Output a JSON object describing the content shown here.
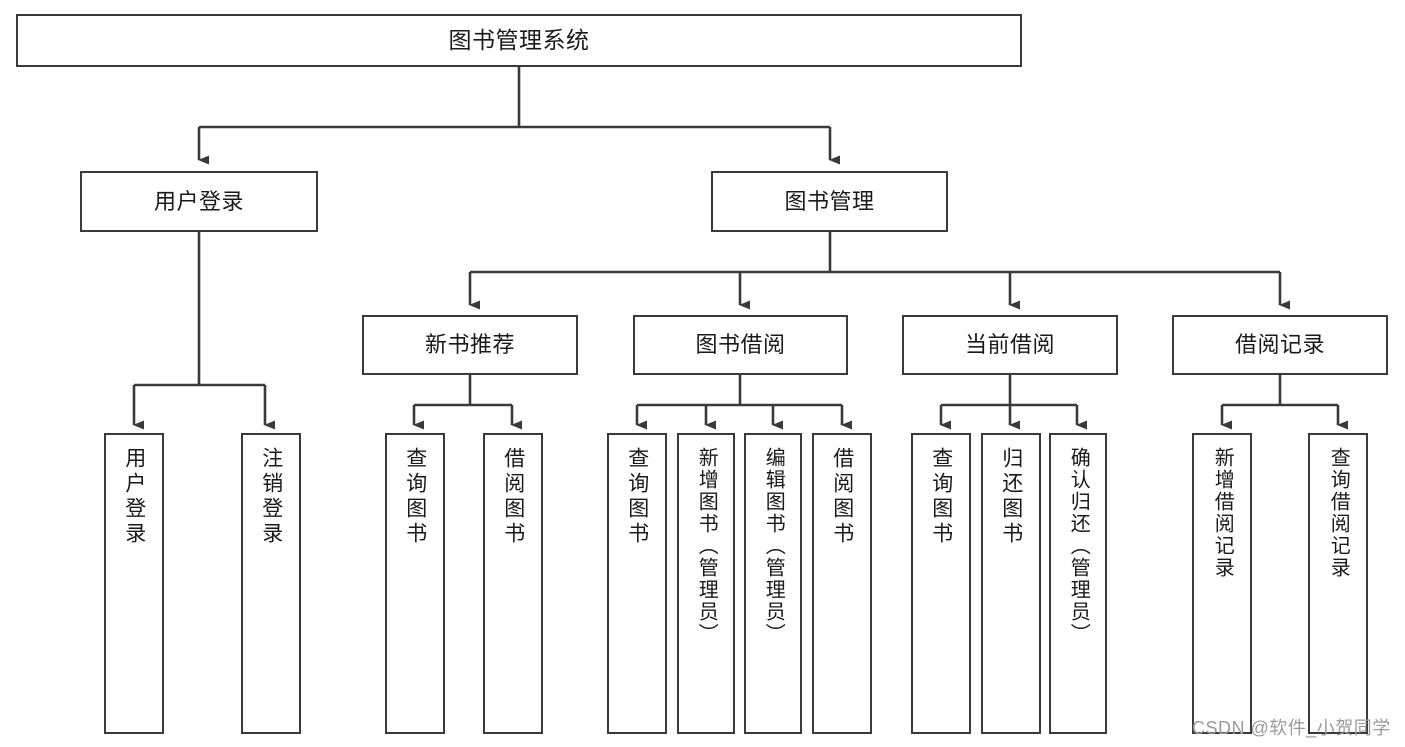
{
  "diagram": {
    "type": "tree-hierarchy",
    "title": "图书管理系统",
    "watermark": "CSDN @软件_小贺同学",
    "colors": {
      "box_border": "#3a3a3a",
      "box_fill": "#ffffff",
      "connector": "#3a3a3a",
      "text": "#1a1a1a",
      "watermark": "#9a9a9a",
      "background": "#ffffff"
    },
    "root": {
      "label": "图书管理系统"
    },
    "level2": [
      {
        "label": "用户登录"
      },
      {
        "label": "图书管理"
      }
    ],
    "level3": [
      {
        "label": "新书推荐"
      },
      {
        "label": "图书借阅"
      },
      {
        "label": "当前借阅"
      },
      {
        "label": "借阅记录"
      }
    ],
    "leaves": {
      "user_login": [
        {
          "label": "用户登录"
        },
        {
          "label": "注销登录"
        }
      ],
      "new_book_recommend": [
        {
          "label": "查询图书"
        },
        {
          "label": "借阅图书"
        }
      ],
      "book_borrow": [
        {
          "label": "查询图书"
        },
        {
          "label": "新增图书（管理员）"
        },
        {
          "label": "编辑图书（管理员）"
        },
        {
          "label": "借阅图书"
        }
      ],
      "current_borrow": [
        {
          "label": "查询图书"
        },
        {
          "label": "归还图书"
        },
        {
          "label": "确认归还（管理员）"
        }
      ],
      "borrow_record": [
        {
          "label": "新增借阅记录"
        },
        {
          "label": "查询借阅记录"
        }
      ]
    }
  }
}
